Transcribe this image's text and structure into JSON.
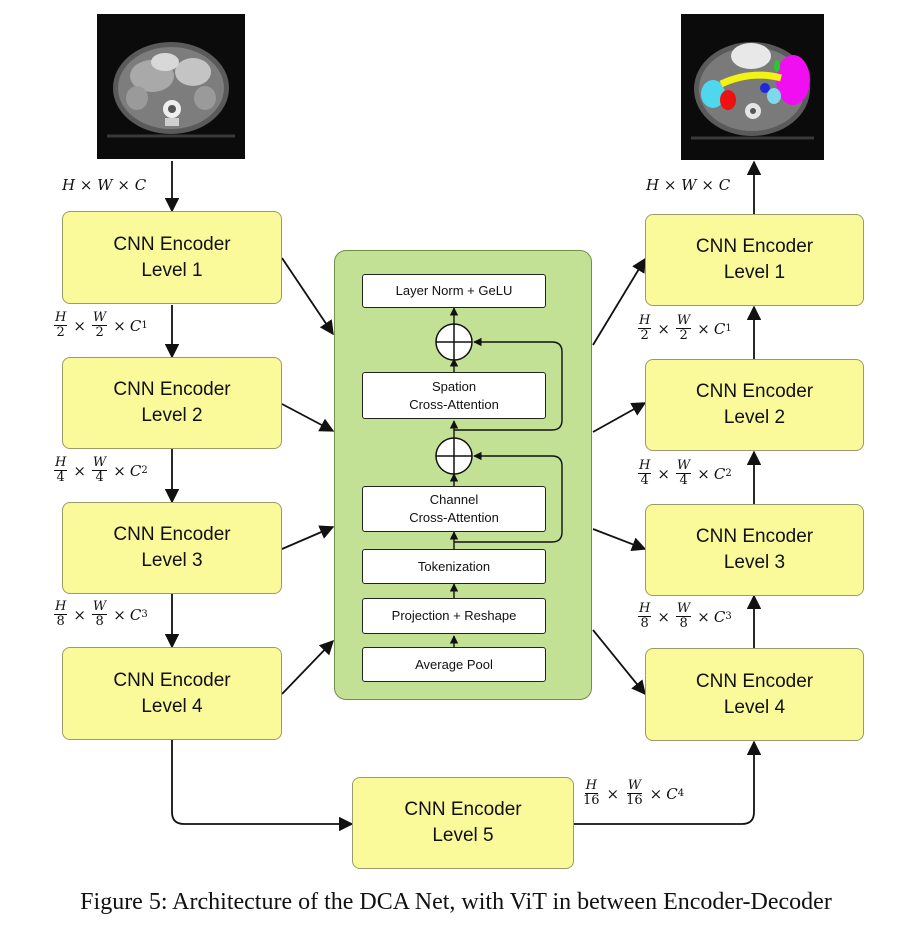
{
  "encoder": [
    {
      "line1": "CNN Encoder",
      "line2": "Level 1"
    },
    {
      "line1": "CNN Encoder",
      "line2": "Level 2"
    },
    {
      "line1": "CNN Encoder",
      "line2": "Level 3"
    },
    {
      "line1": "CNN Encoder",
      "line2": "Level 4"
    }
  ],
  "bottleneck": {
    "line1": "CNN Encoder",
    "line2": "Level 5"
  },
  "decoder": [
    {
      "line1": "CNN Encoder",
      "line2": "Level 1"
    },
    {
      "line1": "CNN Encoder",
      "line2": "Level 2"
    },
    {
      "line1": "CNN Encoder",
      "line2": "Level 3"
    },
    {
      "line1": "CNN Encoder",
      "line2": "Level 4"
    }
  ],
  "vit": {
    "layer_norm": "Layer Norm + GeLU",
    "spatial_1": "Spation",
    "spatial_2": "Cross-Attention",
    "channel_1": "Channel",
    "channel_2": "Cross-Attention",
    "tokenization": "Tokenization",
    "projection": "Projection + Reshape",
    "average_pool": "Average Pool"
  },
  "dims": {
    "input": "H × W × C",
    "output": "H × W × C",
    "levels": [
      {
        "num_h": "H",
        "den_h": "2",
        "num_w": "W",
        "den_w": "2",
        "c": "C",
        "sub": "1"
      },
      {
        "num_h": "H",
        "den_h": "4",
        "num_w": "W",
        "den_w": "4",
        "c": "C",
        "sub": "2"
      },
      {
        "num_h": "H",
        "den_h": "8",
        "num_w": "W",
        "den_w": "8",
        "c": "C",
        "sub": "3"
      },
      {
        "num_h": "H",
        "den_h": "16",
        "num_w": "W",
        "den_w": "16",
        "c": "C",
        "sub": "4"
      }
    ],
    "times": "×"
  },
  "caption": "Figure  5: Architecture  of the DCA Net, with  ViT in between Encoder-Decoder",
  "colors": {
    "encoder_fill": "#fafa9a",
    "panel_fill": "#c2e195",
    "inner_fill": "#ffffff"
  }
}
